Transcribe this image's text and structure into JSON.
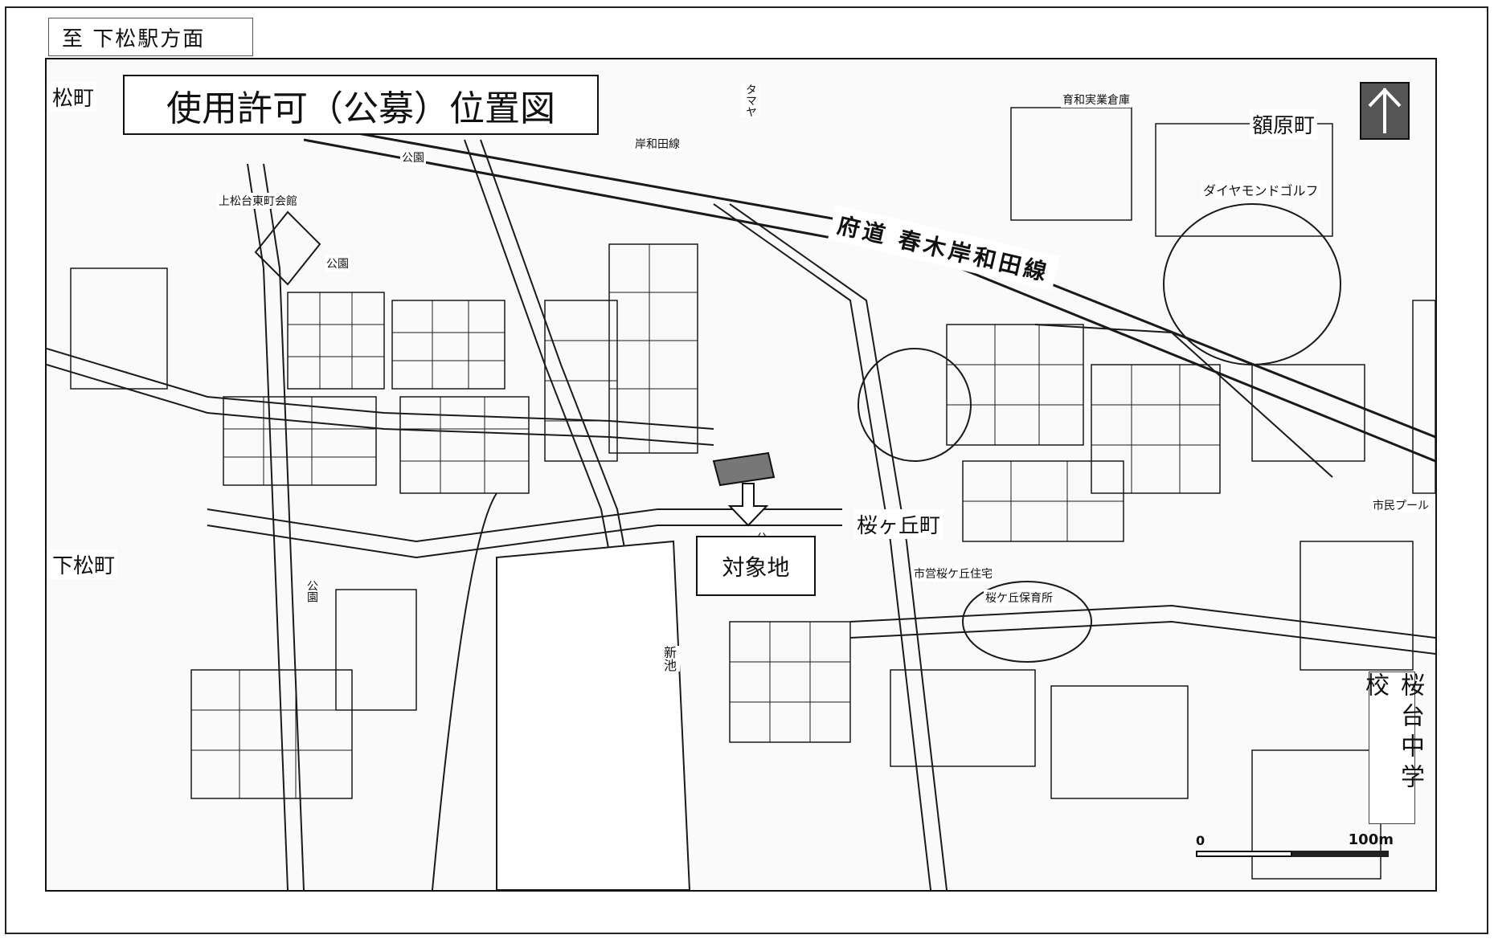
{
  "map": {
    "direction_label": "至 下松駅方面",
    "title": "使用許可（公募）位置図",
    "target_label": "対象地",
    "road_label": "府道 春木岸和田線",
    "school_label": "桜台中学校",
    "towns": {
      "shimomatsu_left": "下松町",
      "shimomatsu_top": "松町",
      "sakuragaoka": "桜ヶ丘町",
      "nukahara": "額原町"
    },
    "small_labels": {
      "kamimatsudai_hall": "上松台東町会館",
      "diamond_golf": "ダイヤモンドゴルフ",
      "warehouse": "育和実業倉庫",
      "housing": "市営桜ケ丘住宅",
      "nursery": "桜ケ丘保育所",
      "park1": "公園",
      "park2": "公園",
      "park3": "公園",
      "park4": "公園",
      "pond": "新池",
      "pool": "市民プール",
      "tamaya": "タマヤ",
      "road_small": "岸和田線"
    },
    "scale": {
      "start": "0",
      "end": "100m"
    },
    "colors": {
      "target_fill": "#777777",
      "line": "#1a1a1a"
    }
  }
}
